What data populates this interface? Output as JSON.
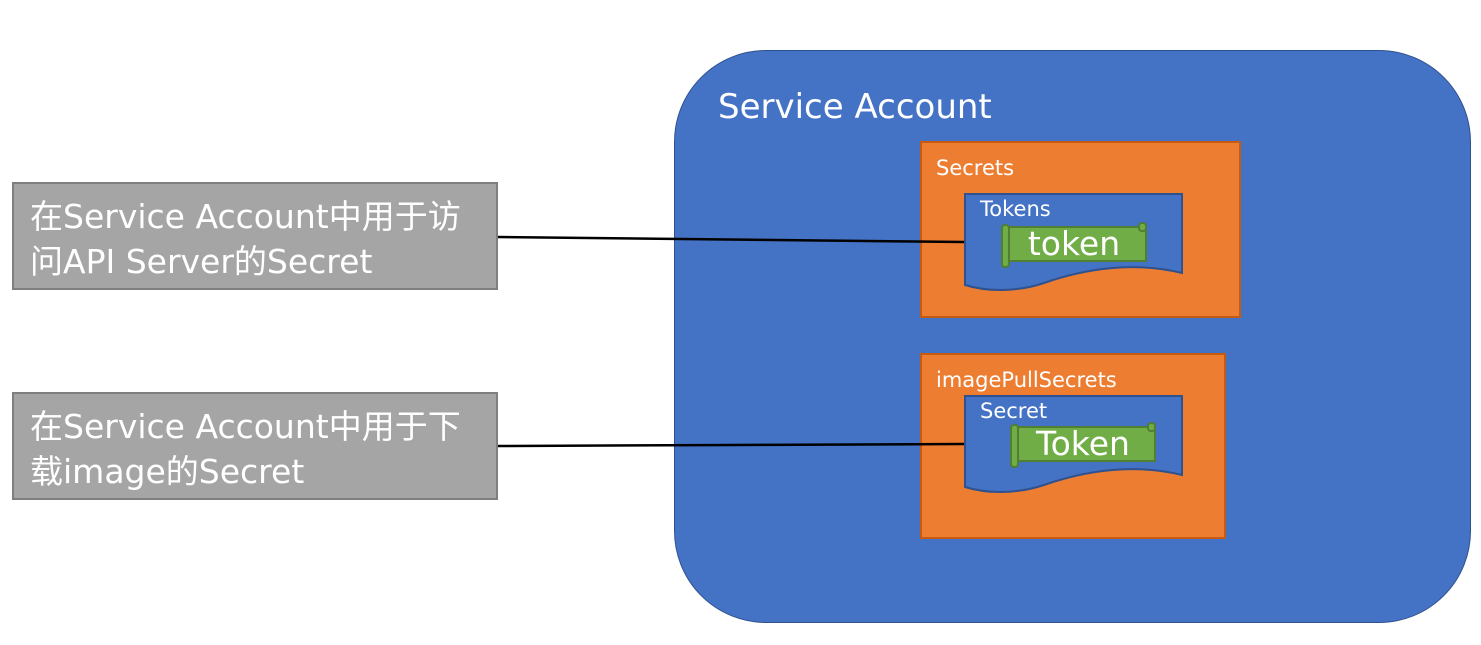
{
  "service_account": {
    "title": "Service Account"
  },
  "secrets_box": {
    "title": "Secrets",
    "document_title": "Tokens",
    "scroll_label": "token"
  },
  "image_pull_box": {
    "title": "imagePullSecrets",
    "document_title": "Secret",
    "scroll_label": "Token"
  },
  "callouts": [
    {
      "text": "在Service Account中用于访问API Server的Secret"
    },
    {
      "text": "在Service Account中用于下载image的Secret"
    }
  ],
  "colors": {
    "service_account_fill": "#4472c4",
    "secret_box_fill": "#ed7d31",
    "token_scroll_fill": "#70ad47",
    "callout_fill": "#a5a5a5"
  }
}
